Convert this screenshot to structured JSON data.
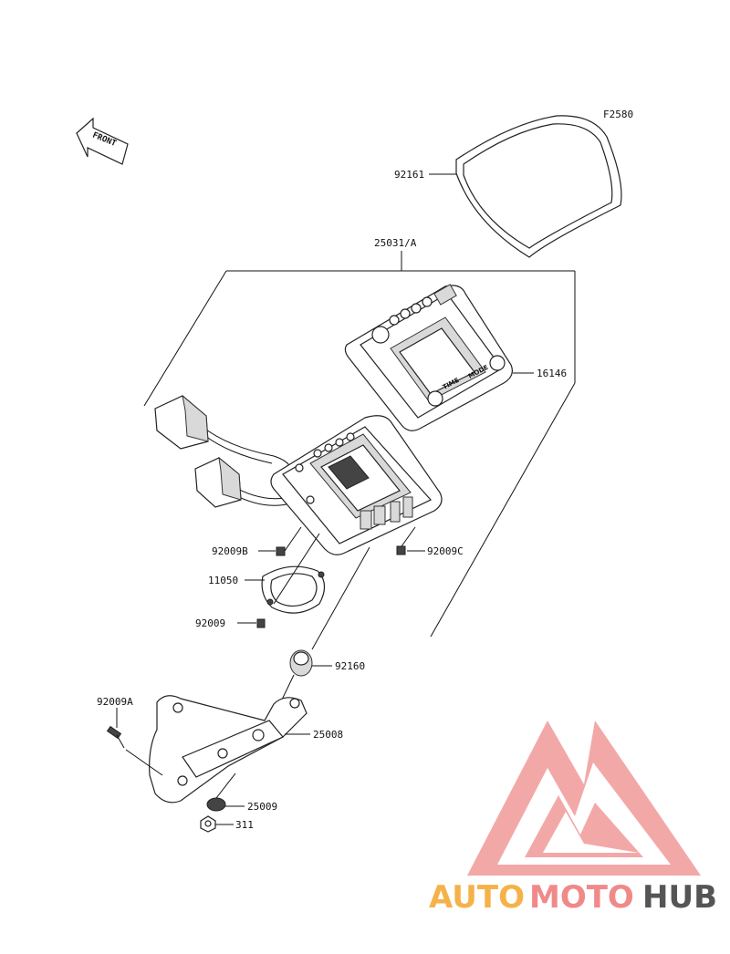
{
  "figure_code": "F2580",
  "front_label": "FRONT",
  "parts": {
    "cover": "92161",
    "meter_assy": "25031/A",
    "case_front": "16146",
    "screw_b": "92009B",
    "screw_c": "92009C",
    "gasket": "11050",
    "screw": "92009",
    "grommet": "92160",
    "bolt_a": "92009A",
    "bracket": "25008",
    "washer": "25009",
    "nut": "311"
  },
  "panel_text": {
    "time": "TIME",
    "mode": "MODE"
  },
  "watermark": {
    "part1": "AUTO",
    "part2": "MOTO",
    "part3": "HUB",
    "color1": "#f5b24a",
    "color2": "#f08a8a",
    "color3": "#555555"
  }
}
